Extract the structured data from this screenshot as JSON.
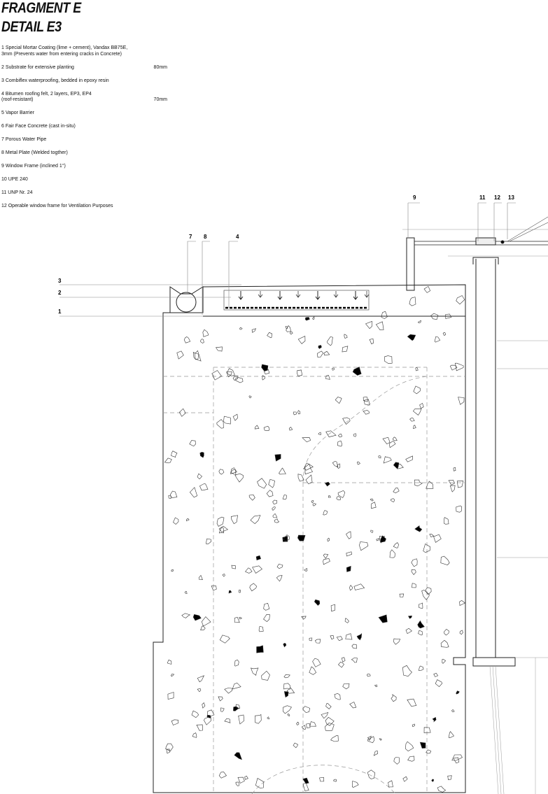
{
  "header": {
    "title_line1": "FRAGMENT E",
    "title_line2": "DETAIL E3"
  },
  "legend": [
    {
      "text": "1 Special Mortar Coating (lime + cement), Vandax BB75E,",
      "text2": "3mm (Prevents water from entering cracks in Concrete)",
      "dim": ""
    },
    {
      "text": "2 Substrate for extensive planting",
      "text2": "",
      "dim": "80mm"
    },
    {
      "text": "3 Combiflex waterproofing, bedded in epoxy resin",
      "text2": "",
      "dim": ""
    },
    {
      "text": "4 Bitumen roofing felt, 2 layers, EP3, EP4",
      "text2": "(roof-resistant)",
      "dim": "70mm"
    },
    {
      "text": "5 Vapor Barrier",
      "text2": "",
      "dim": ""
    },
    {
      "text": "6 Fair Face Concrete (cast in-situ)",
      "text2": "",
      "dim": ""
    },
    {
      "text": "7 Porous Water Pipe",
      "text2": "",
      "dim": ""
    },
    {
      "text": "8 Metal Plate (Welded togther)",
      "text2": "",
      "dim": ""
    },
    {
      "text": "9 Window Frame (inclined 1°)",
      "text2": "",
      "dim": ""
    },
    {
      "text": "10 UPE 240",
      "text2": "",
      "dim": ""
    },
    {
      "text": "11 UNP Nr. 24",
      "text2": "",
      "dim": ""
    },
    {
      "text": "12 Operable window frame for Ventilation Purposes",
      "text2": "",
      "dim": ""
    }
  ],
  "callouts": {
    "c1": "1",
    "c2": "2",
    "c3": "3",
    "c4": "4",
    "c7": "7",
    "c8": "8",
    "c9": "9",
    "c11": "11",
    "c12": "12",
    "c13": "13"
  }
}
